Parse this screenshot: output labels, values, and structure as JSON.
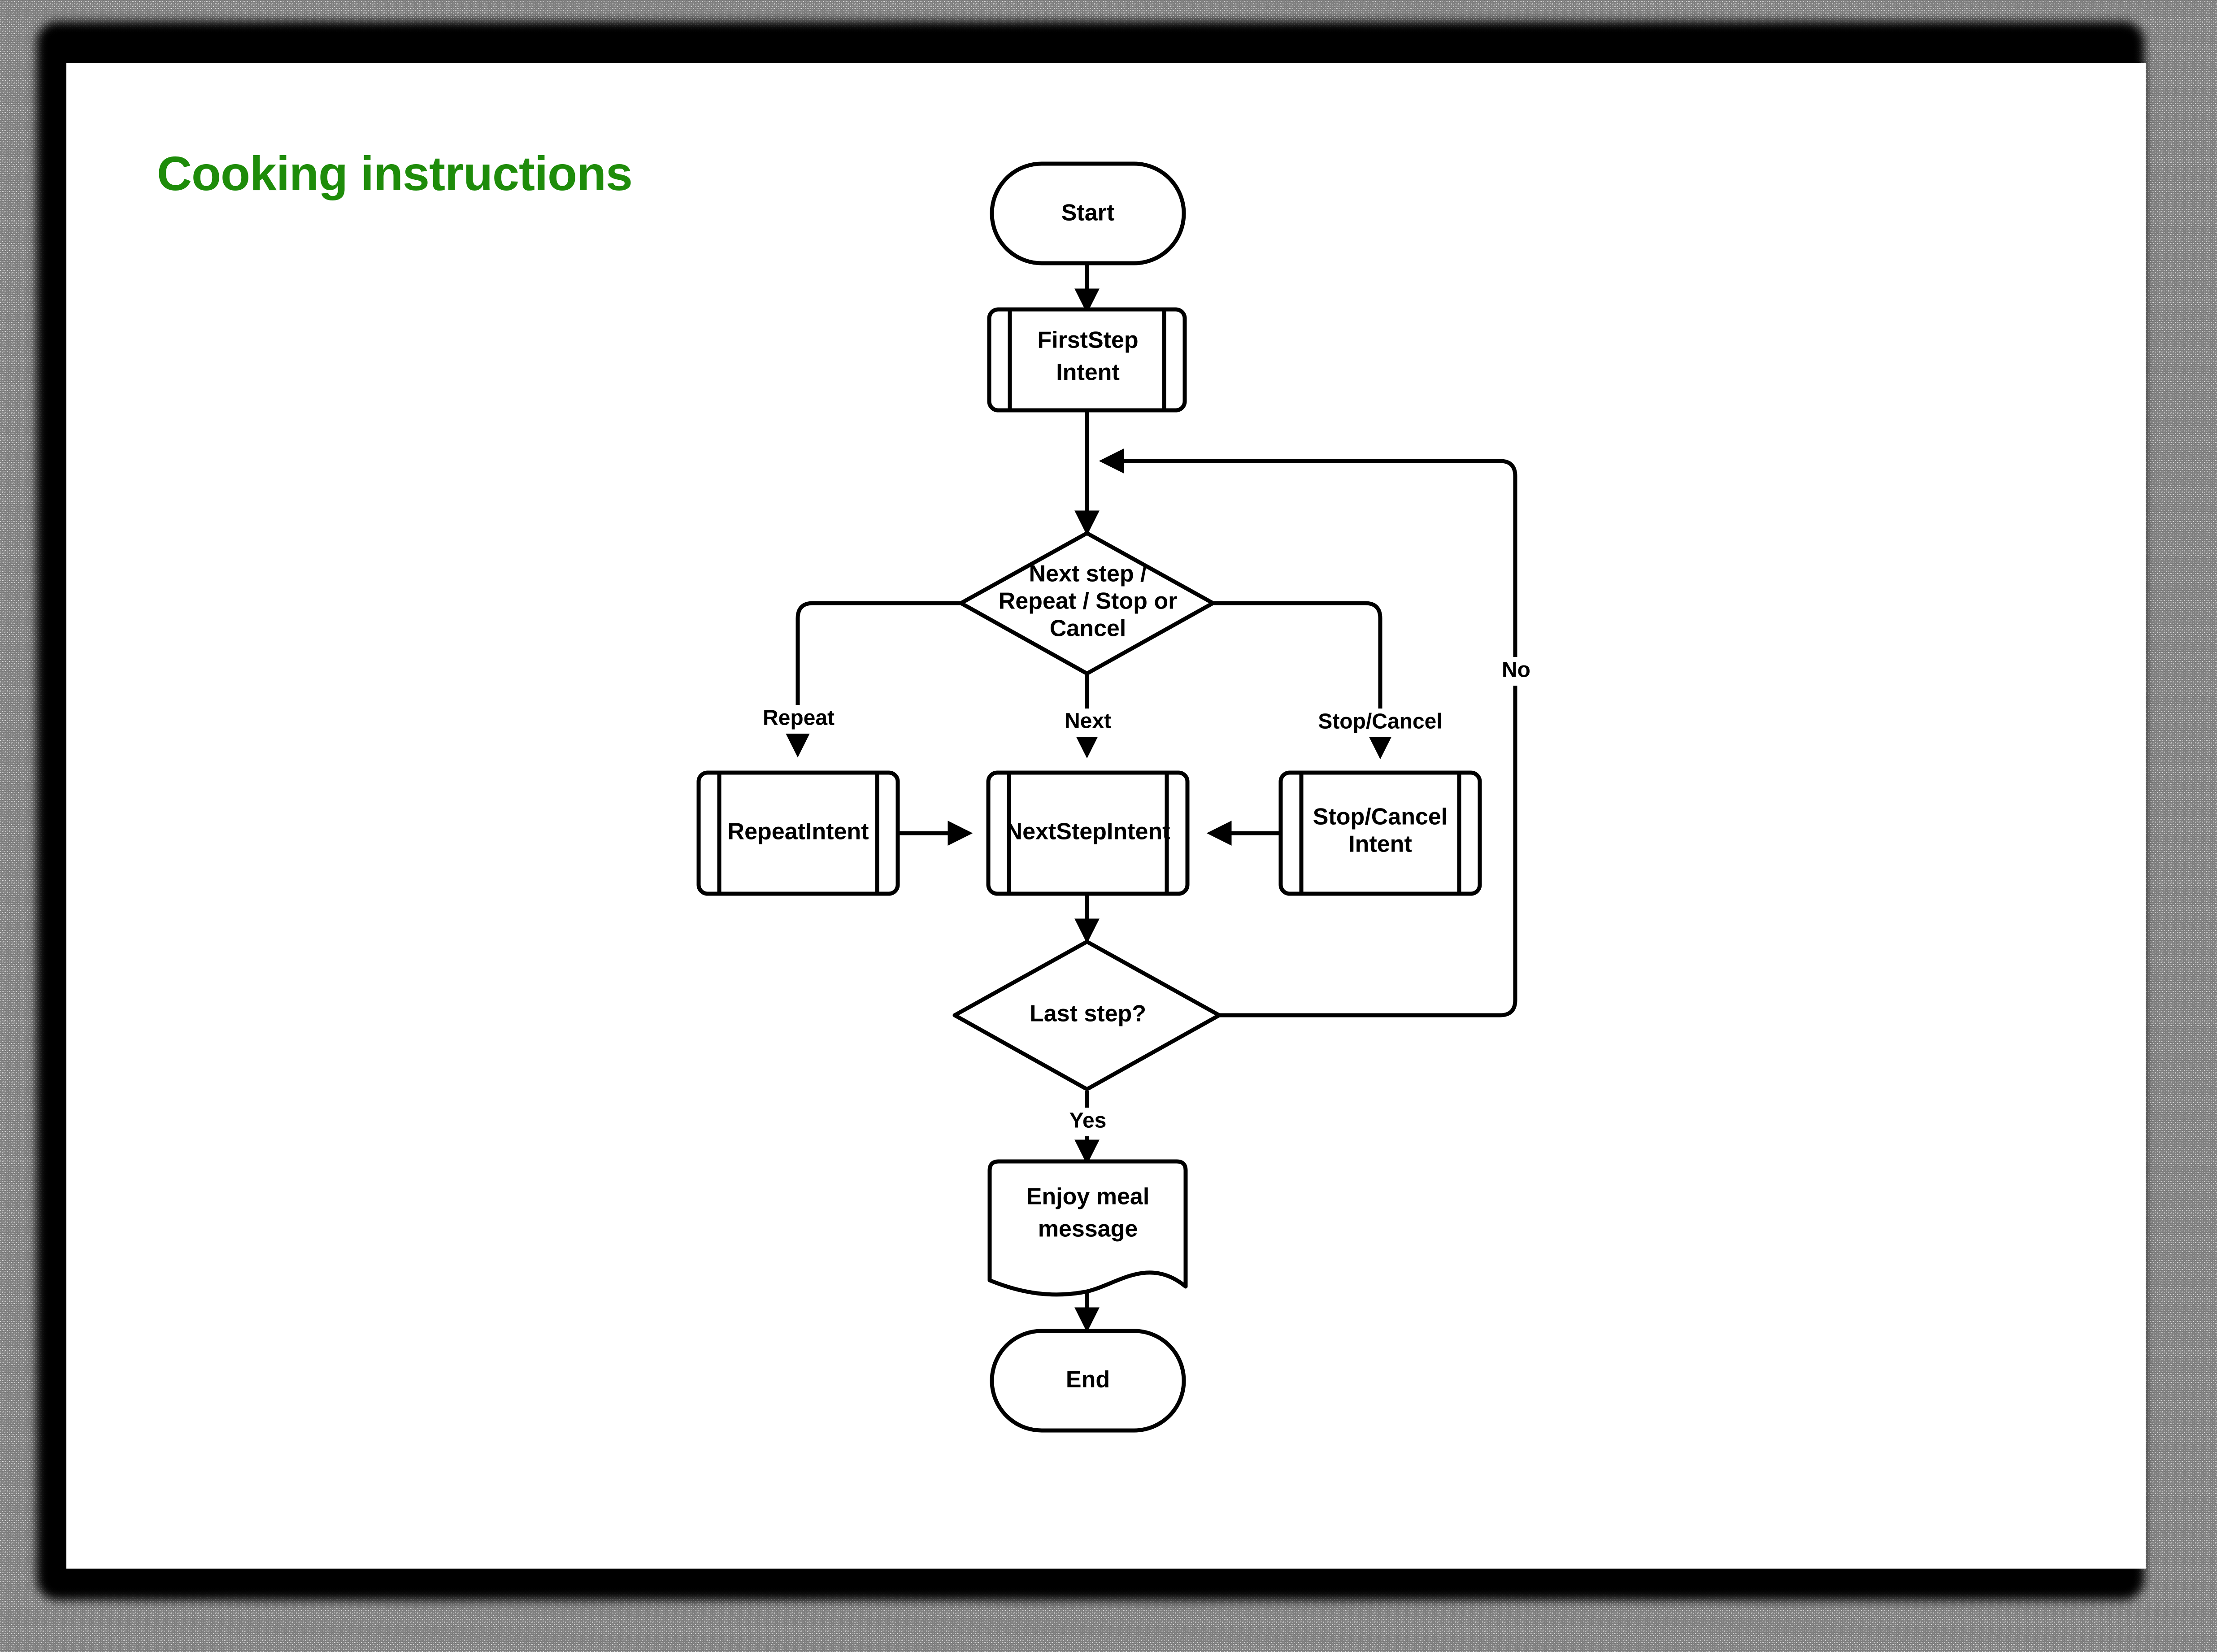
{
  "page": {
    "title": "Cooking instructions",
    "title_color": "#1e8c0a",
    "background": "#ffffff"
  },
  "chart_data": {
    "type": "diagram",
    "diagram_kind": "flowchart",
    "title": "Cooking instructions",
    "nodes": [
      {
        "id": "start",
        "shape": "terminator",
        "label": "Start"
      },
      {
        "id": "firststep",
        "shape": "predefined-process",
        "label_line1": "FirstStep",
        "label_line2": "Intent"
      },
      {
        "id": "decision1",
        "shape": "decision",
        "label_line1": "Next step /",
        "label_line2": "Repeat / Stop or",
        "label_line3": "Cancel"
      },
      {
        "id": "repeat",
        "shape": "predefined-process",
        "label": "RepeatIntent"
      },
      {
        "id": "nextstep",
        "shape": "predefined-process",
        "label": "NextStepIntent"
      },
      {
        "id": "stopcancel",
        "shape": "predefined-process",
        "label_line1": "Stop/Cancel",
        "label_line2": "Intent"
      },
      {
        "id": "decision2",
        "shape": "decision",
        "label": "Last step?"
      },
      {
        "id": "enjoy",
        "shape": "document",
        "label_line1": "Enjoy meal",
        "label_line2": "message"
      },
      {
        "id": "end",
        "shape": "terminator",
        "label": "End"
      }
    ],
    "edges": [
      {
        "from": "start",
        "to": "firststep",
        "label": ""
      },
      {
        "from": "firststep",
        "to": "decision1",
        "label": ""
      },
      {
        "from": "decision1",
        "to": "repeat",
        "label": "Repeat"
      },
      {
        "from": "decision1",
        "to": "nextstep",
        "label": "Next"
      },
      {
        "from": "decision1",
        "to": "stopcancel",
        "label": "Stop/Cancel"
      },
      {
        "from": "repeat",
        "to": "nextstep",
        "label": ""
      },
      {
        "from": "stopcancel",
        "to": "nextstep",
        "label": ""
      },
      {
        "from": "nextstep",
        "to": "decision2",
        "label": ""
      },
      {
        "from": "decision2",
        "to": "decision1",
        "label": "No"
      },
      {
        "from": "decision2",
        "to": "enjoy",
        "label": "Yes"
      },
      {
        "from": "enjoy",
        "to": "end",
        "label": ""
      }
    ],
    "edge_labels": [
      "Repeat",
      "Next",
      "Stop/Cancel",
      "No",
      "Yes"
    ]
  }
}
